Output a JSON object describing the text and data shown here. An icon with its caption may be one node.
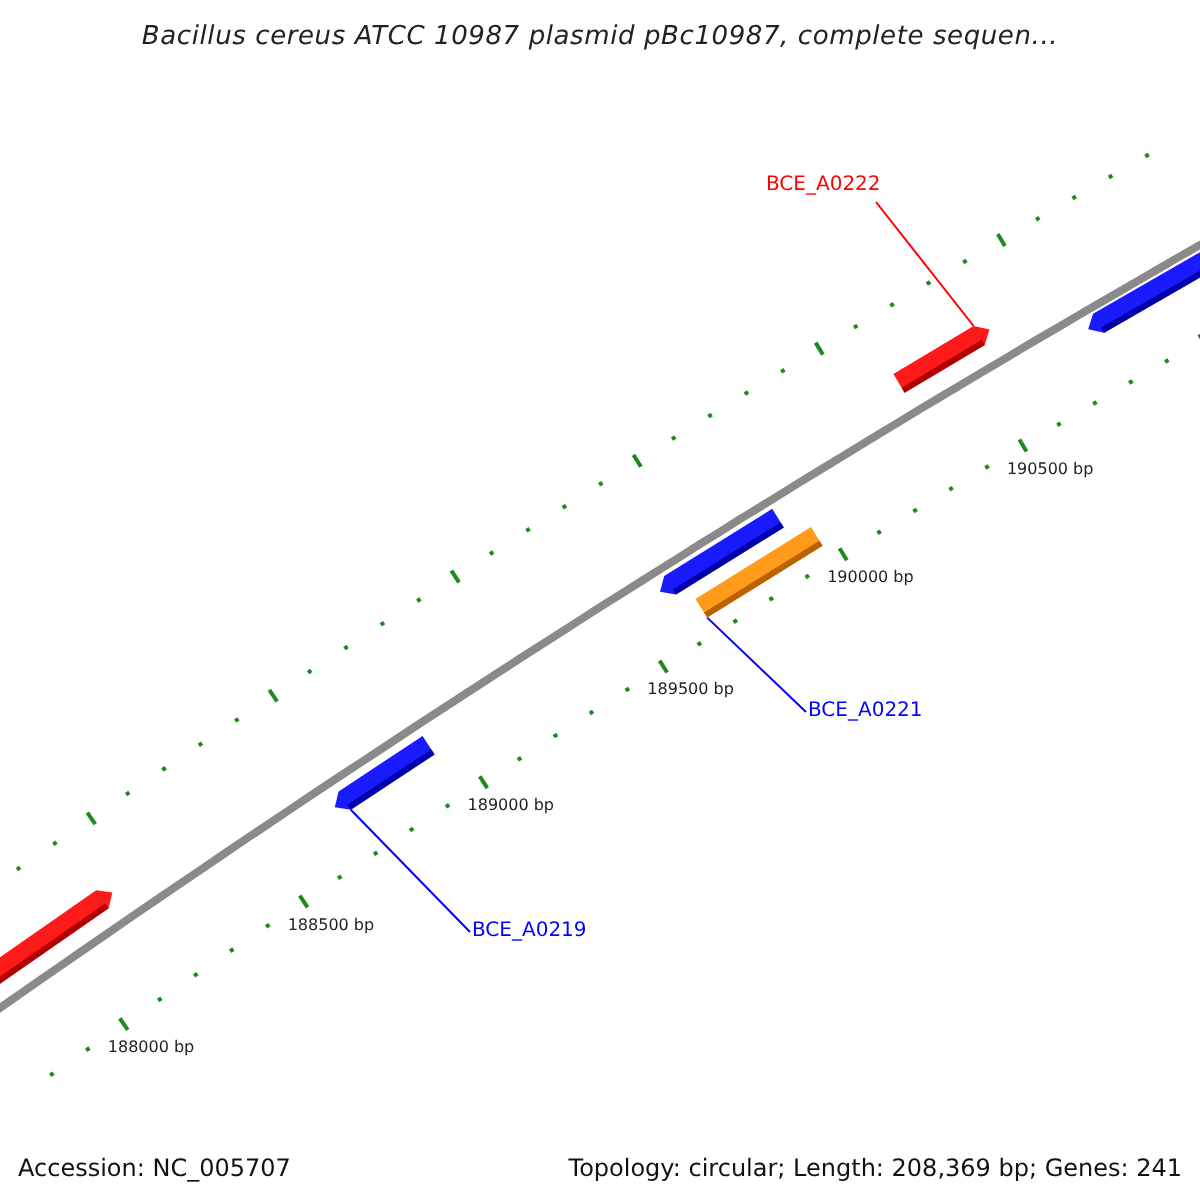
{
  "diagram": {
    "title": "Bacillus cereus ATCC 10987 plasmid pBc10987, complete sequen...",
    "nodes": [
      {
        "text": [
          "BCE_A0222"
        ]
      },
      {
        "text": [],
        "shape": "bar"
      },
      {
        "text": [],
        "shape": "bar"
      },
      {
        "text": [
          "BCE_A0221"
        ]
      },
      {
        "text": [],
        "shape": "bar"
      },
      {
        "text": [
          "BCE_A0219"
        ]
      }
    ],
    "edges": [
      {
        "from": 0,
        "to": 1,
        "arrow": "none",
        "color": "#ff0000"
      },
      {
        "from": 3,
        "to": 2,
        "arrow": "none"
      },
      {
        "from": 5,
        "to": 4,
        "arrow": "none"
      }
    ],
    "labels": [
      "190500 bp",
      "190000 bp",
      "189500 bp",
      "189000 bp",
      "188500 bp",
      "188000 bp",
      "Accession: NC_005707",
      "Topology: circular; Length: 208,369 bp; Genes: 241"
    ]
  }
}
